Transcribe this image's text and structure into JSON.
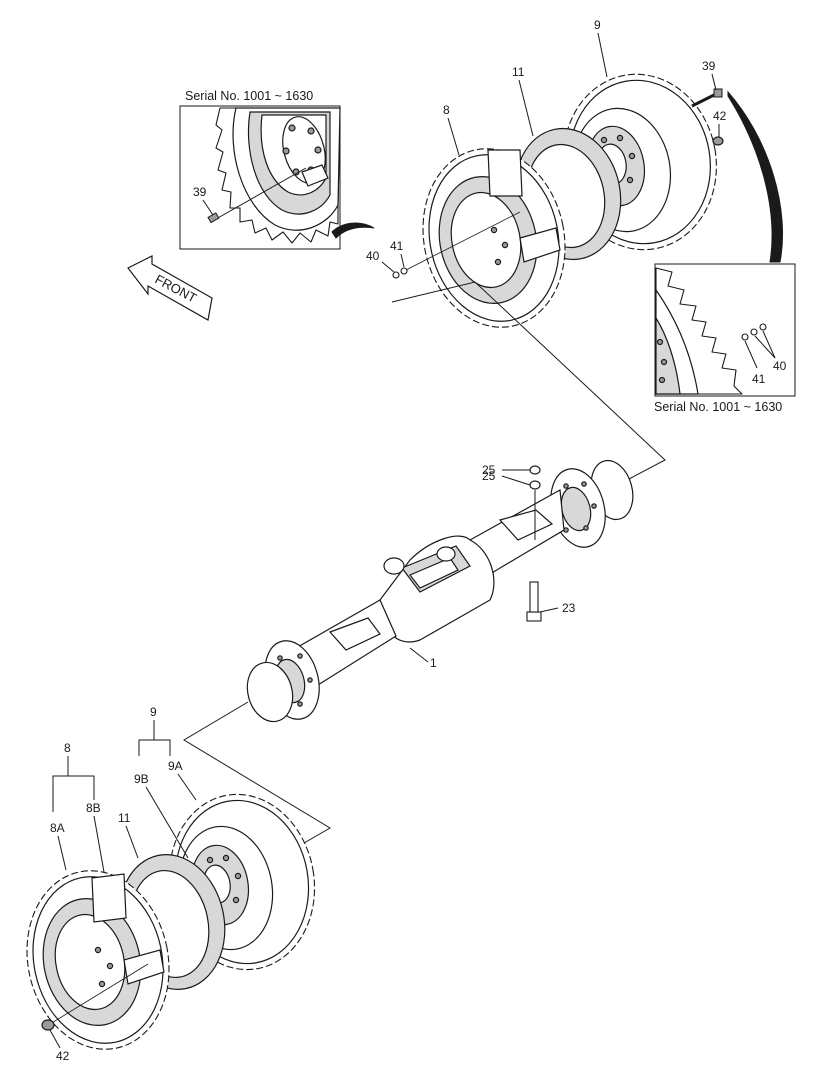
{
  "inset_top_left": {
    "serial": "Serial No. 1001 ~ 1630",
    "callouts": [
      "39"
    ]
  },
  "inset_right": {
    "serial": "Serial No. 1001 ~ 1630",
    "callouts": [
      "41",
      "40"
    ]
  },
  "front_arrow": {
    "label": "FRONT"
  },
  "callouts_top_right_wheel": [
    "9",
    "11",
    "8",
    "39",
    "42",
    "41",
    "40"
  ],
  "callouts_axle": [
    "25",
    "25",
    "23",
    "1"
  ],
  "callouts_bottom_left_wheel": [
    "9",
    "8",
    "9B",
    "9A",
    "8B",
    "11",
    "8A",
    "42"
  ]
}
